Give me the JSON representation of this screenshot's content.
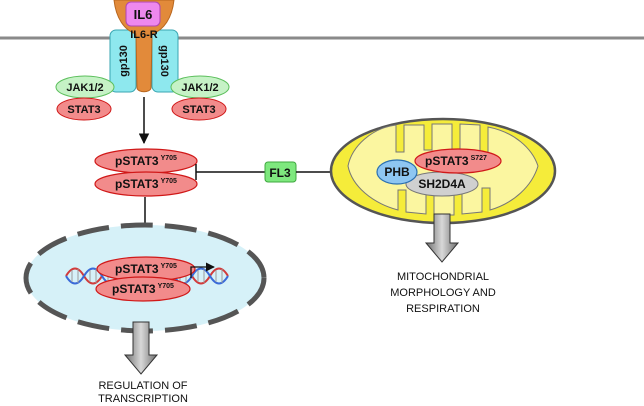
{
  "ligand": "IL6",
  "receptor": "IL6-R",
  "gp130_left": "gp130",
  "gp130_right": "gp130",
  "jak_left": "JAK1/2",
  "jak_right": "JAK1/2",
  "stat3_left": "STAT3",
  "stat3_right": "STAT3",
  "pstat3_base": "pSTAT3",
  "sup_y705": "Y705",
  "sup_s727": "S727",
  "inhibitor": "FL3",
  "phb": "PHB",
  "sh2d4a": "SH2D4A",
  "nucleus_outcome": [
    "REGULATION  OF",
    "TRANSCRIPTION"
  ],
  "mito_outcome": [
    "MITOCHONDRIAL",
    "MORPHOLOGY AND",
    "RESPIRATION"
  ],
  "colors": {
    "membrane": "#8a8a8a",
    "il6_fill": "#ee88ee",
    "receptor_fill": "#e28a3a",
    "gp130_fill": "#8ee8ee",
    "jak_fill": "#c6f2c6",
    "stat_fill": "#f28b8b",
    "stat_stroke": "#d01818",
    "nucleus_fill": "#d6f1f8",
    "mito_fill": "#f5ec3a",
    "fl3_fill": "#7ee87e",
    "phb_fill": "#8ec6f2",
    "sh2d4a_fill": "#d0d0d0"
  }
}
